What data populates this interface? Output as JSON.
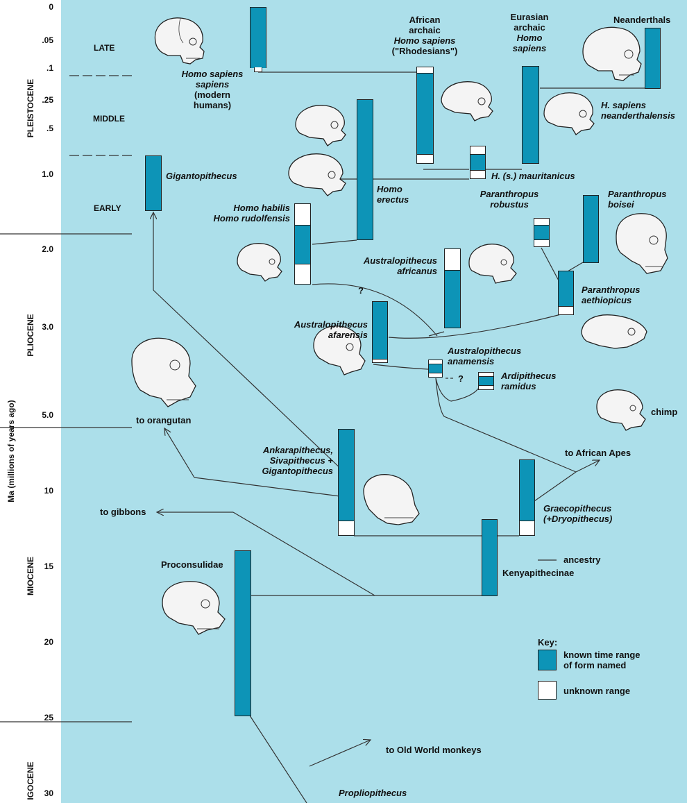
{
  "axis": {
    "ylabel": "Ma (millions of years ago)",
    "ticks": [
      "0",
      ".05",
      ".1",
      ".25",
      ".5",
      "1.0",
      "2.0",
      "3.0",
      "5.0",
      "10",
      "15",
      "20",
      "25",
      "30"
    ]
  },
  "epochs": [
    "PLEISTOCENE",
    "PLIOCENE",
    "MIOCENE",
    "IGOCENE"
  ],
  "subperiods": [
    "LATE",
    "MIDDLE",
    "EARLY"
  ],
  "taxa": {
    "homo_sapiens": [
      "Homo sapiens",
      "sapiens",
      "(modern",
      "humans)"
    ],
    "african_archaic": [
      "African",
      "archaic",
      "Homo sapiens",
      "(\"Rhodesians\")"
    ],
    "eurasian_archaic": [
      "Eurasian",
      "archaic",
      "Homo",
      "sapiens"
    ],
    "neanderthals": "Neanderthals",
    "h_neanderthalensis": [
      "H. sapiens",
      "neanderthalensis"
    ],
    "mauritanicus": "H. (s.) mauritanicus",
    "gigantopithecus": "Gigantopithecus",
    "homo_erectus": [
      "Homo",
      "erectus"
    ],
    "homo_habilis": [
      "Homo habilis",
      "Homo rudolfensis"
    ],
    "p_robustus": [
      "Paranthropus",
      "robustus"
    ],
    "p_boisei": [
      "Paranthropus",
      "boisei"
    ],
    "a_africanus": [
      "Australopithecus",
      "africanus"
    ],
    "p_aethiopicus": [
      "Paranthropus",
      "aethiopicus"
    ],
    "a_afarensis": [
      "Australopithecus",
      "afarensis"
    ],
    "a_anamensis": [
      "Australopithecus",
      "anamensis"
    ],
    "ardipithecus": [
      "Ardipithecus",
      "ramidus"
    ],
    "chimp": "chimp",
    "to_orangutan": "to orangutan",
    "ankarapithecus": [
      "Ankarapithecus,",
      "Sivapithecus +",
      "Gigantopithecus"
    ],
    "to_african_apes": "to African Apes",
    "to_gibbons": "to gibbons",
    "graecopithecus": [
      "Graecopithecus",
      "(+Dryopithecus)"
    ],
    "kenyapithecinae": "Kenyapithecinae",
    "proconsulidae": "Proconsulidae",
    "to_old_world_monkeys": "to Old World monkeys",
    "propliopithecus": "Propliopithecus"
  },
  "question_marks": [
    "?",
    "?"
  ],
  "key": {
    "title": "Key:",
    "known": [
      "known time range",
      "of form named"
    ],
    "unknown": "unknown range",
    "ancestry": "ancestry"
  },
  "colors": {
    "background": "#acdfea",
    "known_range": "#0d94b7",
    "unknown_range": "#ffffff",
    "line": "#333333"
  }
}
